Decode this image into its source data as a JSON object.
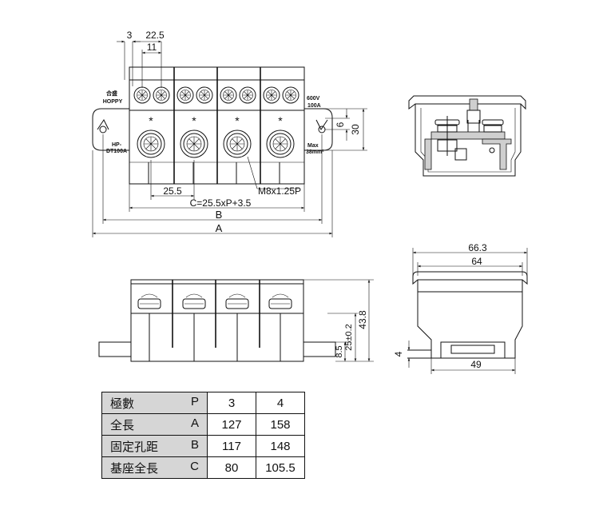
{
  "dimensions": {
    "top_3": "3",
    "top_22_5": "22.5",
    "top_11": "11",
    "pitch_25_5": "25.5",
    "screw": "M8x1.25P",
    "c_formula": "C=25.5xP+3.5",
    "b": "B",
    "a": "A",
    "right_6": "6",
    "right_30": "30",
    "side_66_3": "66.3",
    "side_64": "64",
    "side_4": "4",
    "side_49": "49",
    "front_43_8": "43.8",
    "front_25": "25±0.2",
    "front_8_5": "8.5"
  },
  "markings": {
    "brand_cn": "合盛",
    "brand": "HOPPY",
    "model_1": "HP-",
    "model_2": "DT100A",
    "rating_1": "600V",
    "rating_2": "100A",
    "wire_1": "Max",
    "wire_2": "38mm²",
    "star": "*"
  },
  "table": {
    "rows": [
      {
        "label": "極數",
        "abbr": "P",
        "v3": "3",
        "v4": "4"
      },
      {
        "label": "全長",
        "abbr": "A",
        "v3": "127",
        "v4": "158"
      },
      {
        "label": "固定孔距",
        "abbr": "B",
        "v3": "117",
        "v4": "148"
      },
      {
        "label": "基座全長",
        "abbr": "C",
        "v3": "80",
        "v4": "105.5"
      }
    ]
  }
}
